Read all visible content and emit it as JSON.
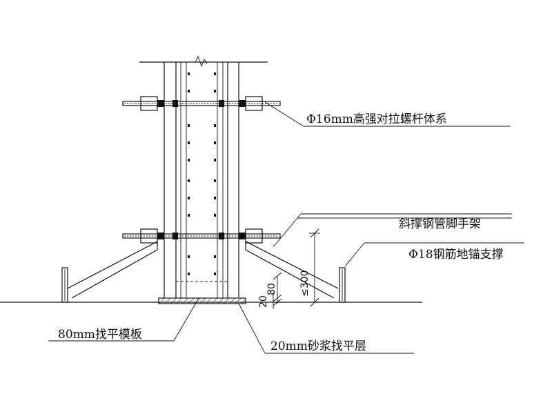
{
  "labels": {
    "tie_rod_system": "Φ16mm高强对拉螺杆体系",
    "diagonal_brace": "斜撑钢管脚手架",
    "ground_anchor": "Φ18钢筋地锚支撑",
    "leveling_formwork": "80mm找平模板",
    "mortar_layer": "20mm砂浆找平层"
  },
  "dimensions": {
    "brace_height": "≤300",
    "formwork_height": "80",
    "mortar_height": "20"
  }
}
